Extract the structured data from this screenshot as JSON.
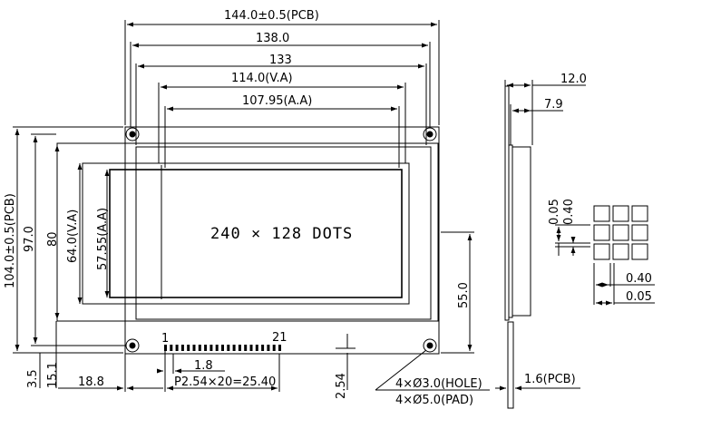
{
  "front_view": {
    "top_dims": {
      "pcb_width": "144.0±0.5(PCB)",
      "outline_width": "138.0",
      "bezel_width": "133",
      "view_area_width": "114.0(V.A)",
      "active_area_width": "107.95(A.A)"
    },
    "left_dims": {
      "pcb_height": "104.0±0.5(PCB)",
      "outline_height": "97.0",
      "bezel_height": "80",
      "view_area_height": "64.0(V.A)",
      "active_area_height": "57.55(A.A)"
    },
    "center_label": "240 × 128  DOTS",
    "right_dim": "55.0",
    "pins": {
      "first": "1",
      "last": "21"
    },
    "bottom_dims": {
      "hole_offset_y": "3.5",
      "pin_row_offset": "15.1",
      "pin_offset_x": "18.8",
      "pin_pitch_step": "1.8",
      "pin_pitch": "P2.54×20=25.40",
      "pin_row_height": "2.54"
    },
    "hole_notes": [
      "4×Ø3.0(HOLE)",
      "4×Ø5.0(PAD)"
    ]
  },
  "side_view": {
    "total_thickness": "12.0",
    "module_thickness": "7.9",
    "pcb_thickness": "1.6(PCB)"
  },
  "dot_detail": {
    "gap_v": "0.05",
    "dot_v": "0.40",
    "dot_h": "0.40",
    "gap_h": "0.05"
  }
}
